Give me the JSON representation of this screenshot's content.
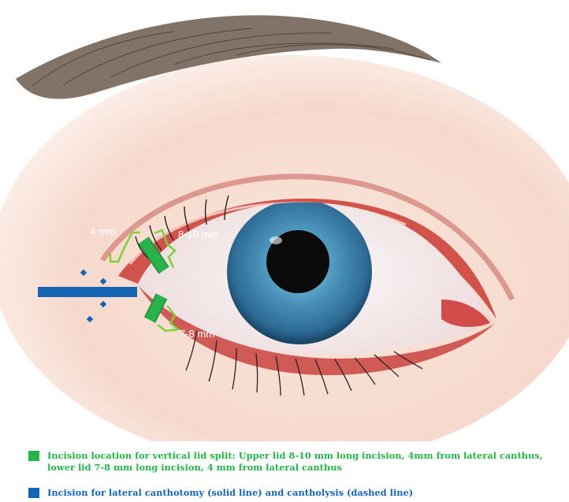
{
  "colors": {
    "incision_green": "#27b34a",
    "incision_blue": "#1466b4",
    "bracket_green": "#7cd23a",
    "iris_blue": "#3f86a8"
  },
  "labels": {
    "upper_distance": "4 mm",
    "upper_length": "8-10 mm",
    "lower_length": "7-8 mm"
  },
  "legend": [
    {
      "color": "#27b34a",
      "text": "Incision location for vertical lid split: Upper lid 8-10 mm long incision, 4mm from lateral canthus, lower lid 7-8 mm long incision, 4 mm from lateral canthus"
    },
    {
      "color": "#1466b4",
      "text": "Incision for lateral canthotomy (solid line) and cantholysis (dashed line)"
    }
  ]
}
